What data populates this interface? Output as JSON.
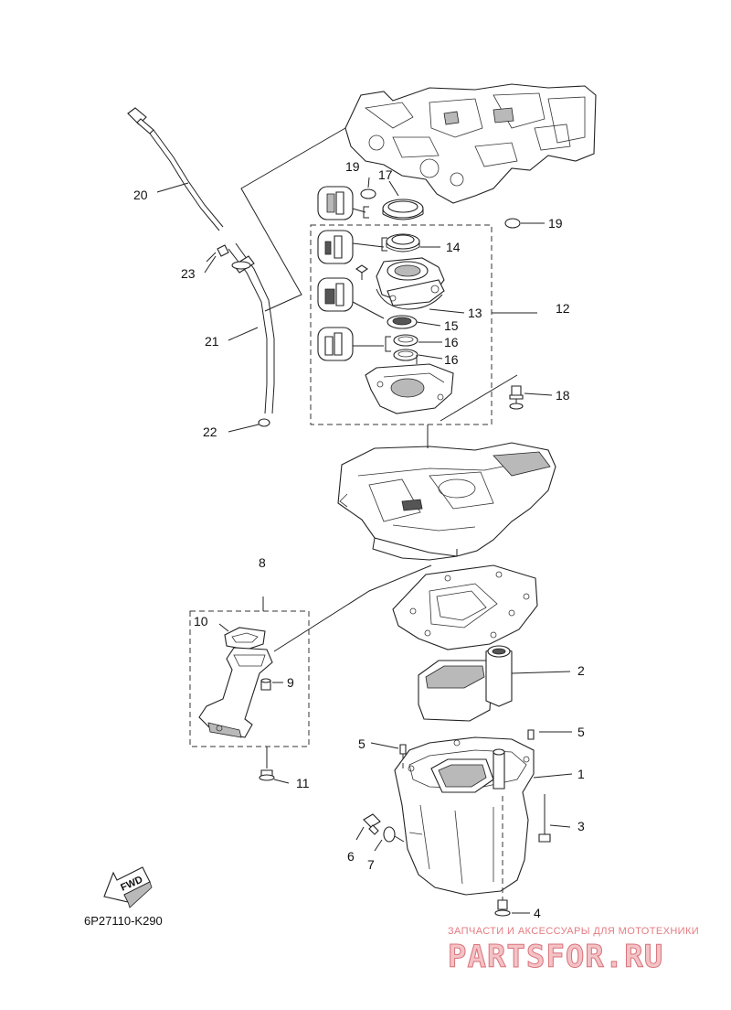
{
  "diagram": {
    "drawing_code": "6P27110-K290",
    "fwd_label": "FWD",
    "callouts": {
      "c1": "1",
      "c2": "2",
      "c3": "3",
      "c4": "4",
      "c5a": "5",
      "c5b": "5",
      "c6": "6",
      "c7": "7",
      "c8": "8",
      "c9": "9",
      "c10": "10",
      "c11": "11",
      "c12": "12",
      "c13": "13",
      "c14": "14",
      "c15": "15",
      "c16a": "16",
      "c16b": "16",
      "c17": "17",
      "c18": "18",
      "c19a": "19",
      "c19b": "19",
      "c20": "20",
      "c21": "21",
      "c22": "22",
      "c23": "23"
    },
    "seal_symbol_icons": [
      "grease-seal-icon",
      "grease-seal-icon",
      "grease-seal-icon",
      "grease-seal-icon"
    ]
  },
  "watermark": {
    "tagline": "ЗАПЧАСТИ И АКСЕССУАРЫ ДЛЯ МОТОТЕХНИКИ",
    "brand": "PARTSFOR.RU",
    "color": "#d9727a"
  }
}
